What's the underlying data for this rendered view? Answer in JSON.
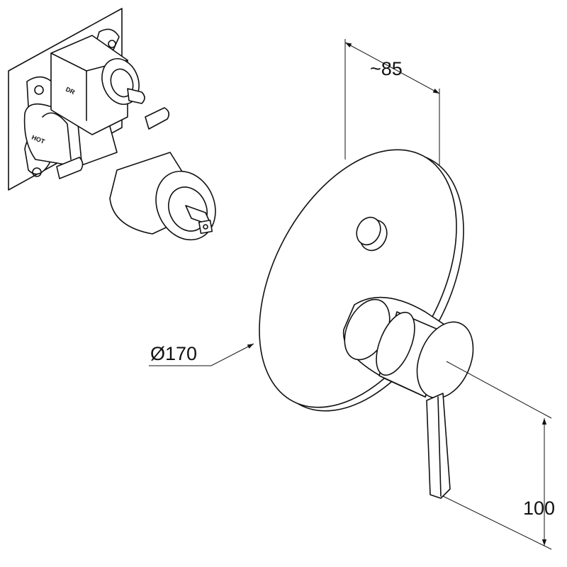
{
  "dimensions": {
    "depth": "~85",
    "diameter": "Ø170",
    "lever_height": "100"
  },
  "valve_labels": {
    "top": "DR",
    "side": "HOT"
  },
  "colors": {
    "line": "#111111",
    "background": "#ffffff"
  }
}
